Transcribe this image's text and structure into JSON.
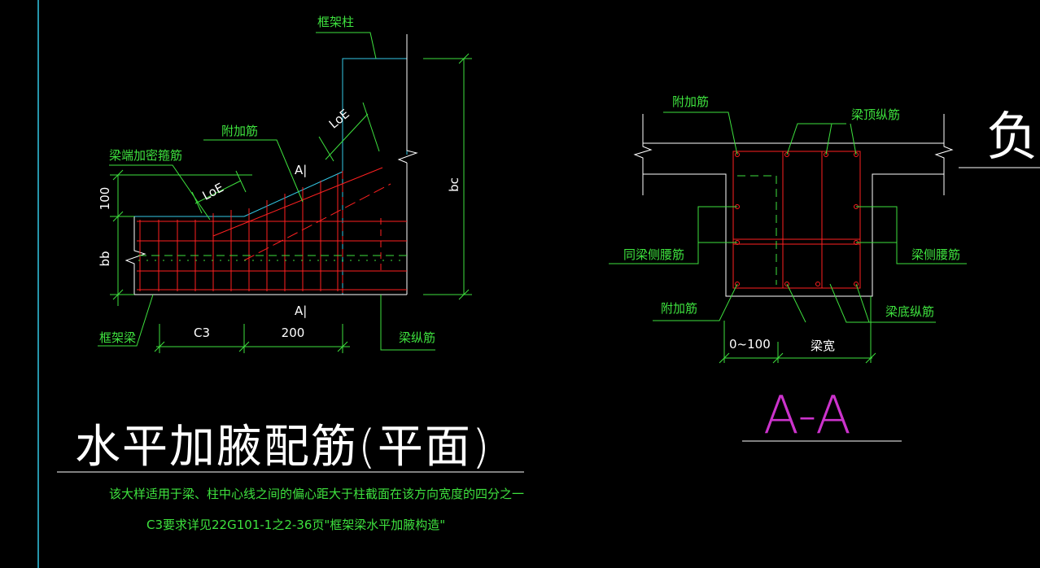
{
  "plan": {
    "column_label": "框架柱",
    "haunch_bar_label": "附加筋",
    "end_stirrup_label": "梁端加密箍筋",
    "frame_beam_label": "框架梁",
    "long_bar_label": "梁纵筋",
    "section_mark_top": "A|",
    "section_mark_bottom": "A|",
    "dim_loe_1": "LoE",
    "dim_loe_2": "LoE",
    "dim_100": "100",
    "dim_bb": "bb",
    "dim_bc": "bc",
    "dim_c3": "C3",
    "dim_200": "200"
  },
  "section": {
    "haunch_bar_top_label": "附加筋",
    "top_bar_label": "梁顶纵筋",
    "side_bar_left_label": "同梁侧腰筋",
    "side_bar_right_label": "梁侧腰筋",
    "haunch_bar_bottom_label": "附加筋",
    "bottom_bar_label": "梁底纵筋",
    "dim_offset": "0~100",
    "dim_beam_width": "梁宽",
    "title": "A-A"
  },
  "title": {
    "main": "水平加腋配筋(平面)",
    "note_line1": "该大样适用于梁、柱中心线之间的偏心距大于柱截面在该方向宽度的四分之一",
    "note_line2": "C3要求详见22G101-1之2-36页\"框架梁水平加腋构造\""
  },
  "partial_text": "负一",
  "colors": {
    "background": "#000000",
    "green": "#3ee13e",
    "red": "#ff2020",
    "white": "#ffffff",
    "cyan": "#33c8e6",
    "magenta": "#cc33cc"
  }
}
